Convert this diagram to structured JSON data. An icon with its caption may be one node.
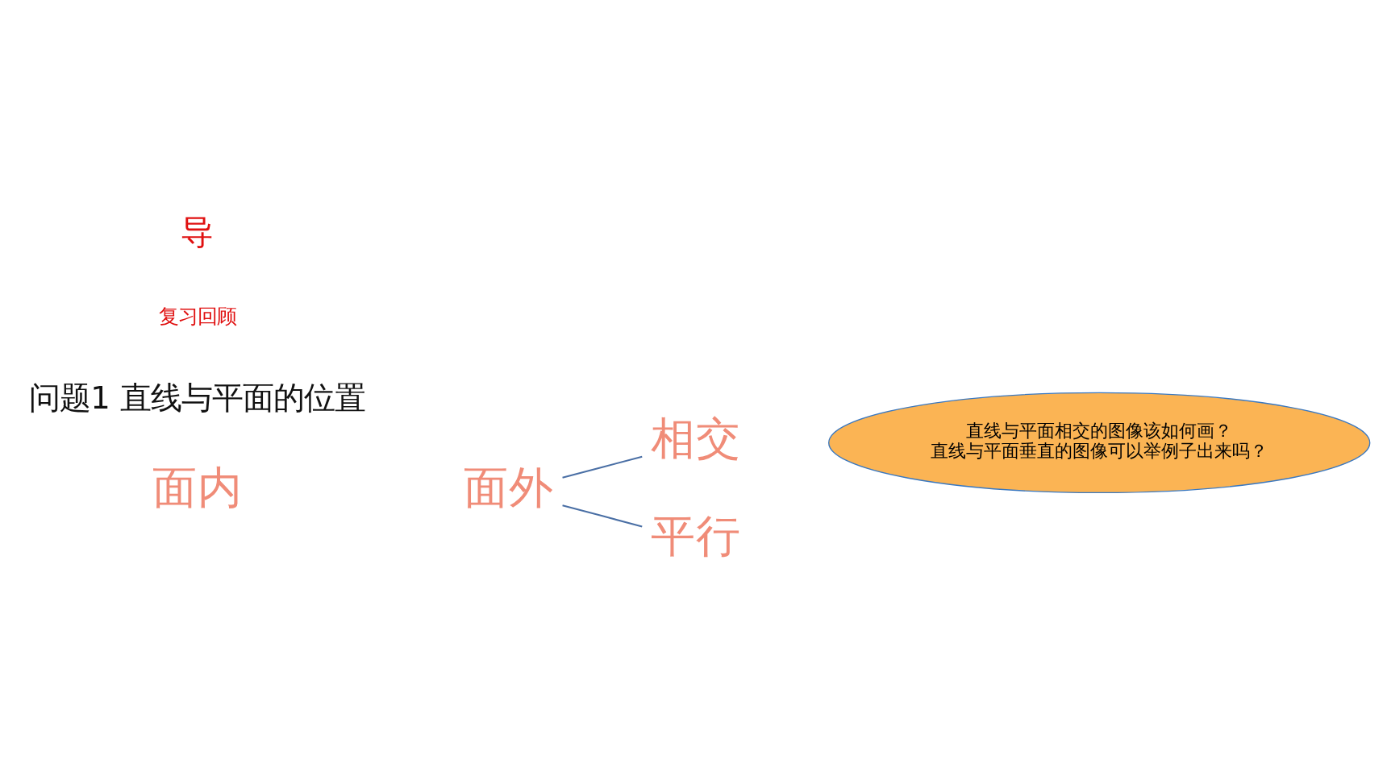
{
  "diagram": {
    "nodes": [
      {
        "text": [
          "面外"
        ]
      },
      {
        "text": [
          "相交"
        ]
      },
      {
        "text": [
          "平行"
        ]
      },
      {
        "text": [
          "直线与平面相交的图像该如何画？",
          "直线与平面垂直的图像可以举例子出来吗？"
        ]
      }
    ],
    "edges": [
      {
        "from": 0,
        "to": 1,
        "arrow": "none"
      },
      {
        "from": 0,
        "to": 2,
        "arrow": "none"
      }
    ],
    "labels": [
      "导",
      "复习回顾",
      "问题1 直线与平面的位置",
      "面内"
    ]
  }
}
